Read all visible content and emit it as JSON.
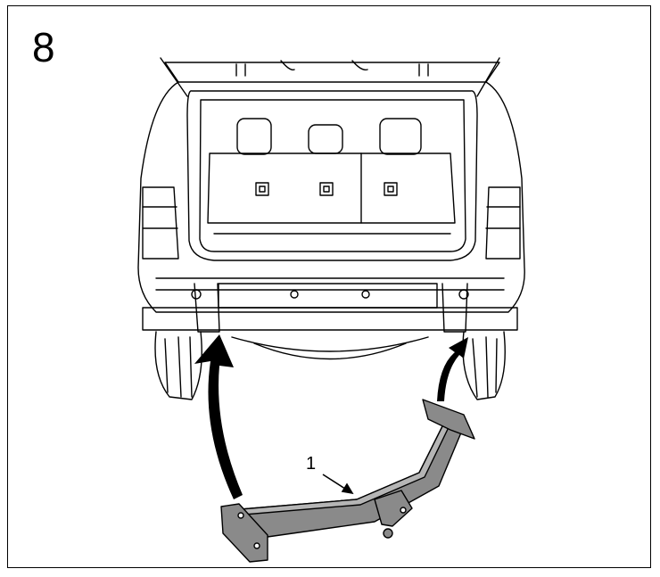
{
  "step": {
    "number": "8"
  },
  "callouts": [
    {
      "label": "1",
      "part": "tow-hitch-receiver"
    }
  ],
  "colors": {
    "line": "#000000",
    "paper": "#ffffff",
    "hitch": "#8a8a8a",
    "arrow": "#000000"
  }
}
